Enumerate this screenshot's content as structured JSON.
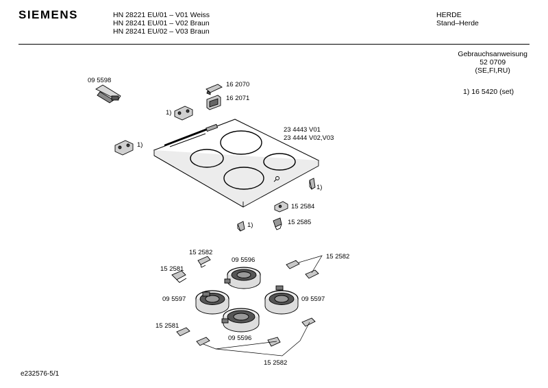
{
  "header": {
    "brand": "SIEMENS",
    "models": [
      "HN 28221 EU/01 – V01 Weiss",
      "HN 28241 EU/01 – V02 Braun",
      "HN 28241 EU/02 – V03 Braun"
    ],
    "category": [
      "HERDE",
      "Stand–Herde"
    ]
  },
  "document": {
    "title": "Gebrauchsanweisung",
    "number": "52 0709",
    "languages": "(SE,FI,RU)",
    "set_note": "1) 16 5420 (set)"
  },
  "parts": {
    "p095598": "09 5598",
    "p162070": "16 2070",
    "p162071": "16 2071",
    "bracket_upper_left_note": "1)",
    "bracket_left_note": "1)",
    "hob_v01": "23 4443 V01",
    "hob_v02_v03": "23 4444 V02,V03",
    "clip_right_note": "1)",
    "p152584": "15 2584",
    "p152585": "15 2585",
    "clip_bottom_note": "1)",
    "p152582_top": "15 2582",
    "p095596_top": "09 5596",
    "p152582_right": "15 2582",
    "p152581_top": "15 2581",
    "p095597_left": "09 5597",
    "p095597_right": "09 5597",
    "p152581_bottom": "15 2581",
    "p095596_bottom": "09 5596",
    "p152582_bottom": "15 2582"
  },
  "footer": {
    "code": "e232576-5/1"
  }
}
